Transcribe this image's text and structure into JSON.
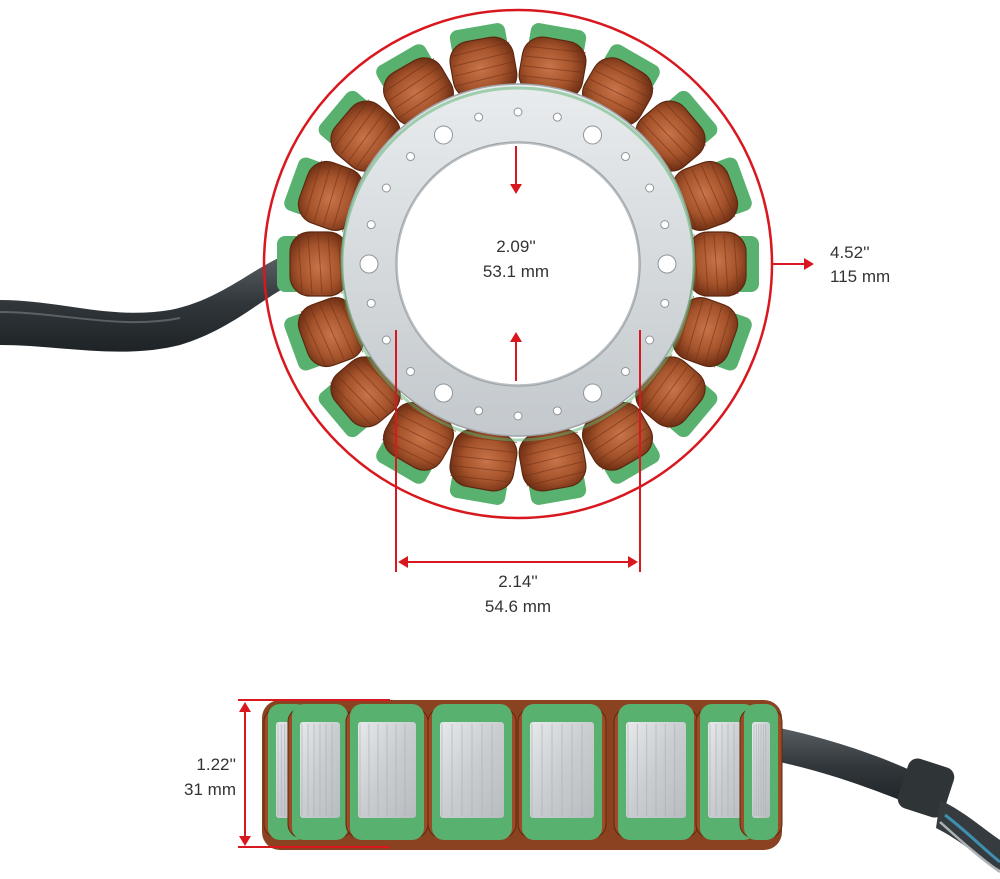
{
  "colors": {
    "accent": "#d8181e",
    "copper": "#a5532b",
    "copper_dark": "#6e2f14",
    "insulation_green": "#58b16e",
    "core_steel": "#cfd3d6",
    "cable": "#3b4043"
  },
  "dimensions": {
    "inner_bore": {
      "inches": "2.09''",
      "mm": "53.1 mm"
    },
    "outer_diameter": {
      "inches": "4.52''",
      "mm": "115 mm"
    },
    "bolt_spacing": {
      "inches": "2.14''",
      "mm": "54.6 mm"
    },
    "height": {
      "inches": "1.22''",
      "mm": "31 mm"
    }
  },
  "product": {
    "views": [
      "top-view",
      "side-view"
    ],
    "coil_count_top": 18,
    "coil_count_side": 8
  }
}
